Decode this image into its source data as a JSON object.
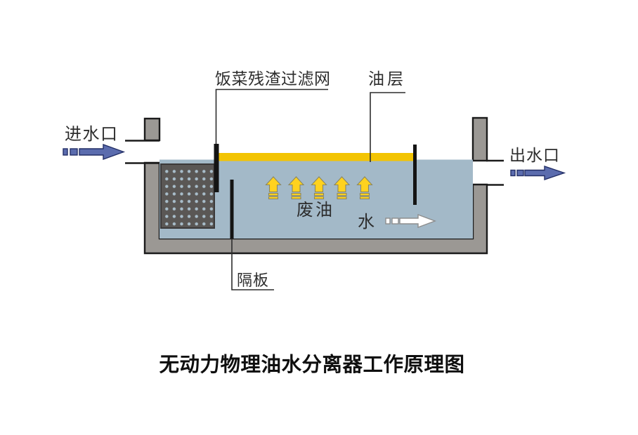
{
  "title": "无动力物理油水分离器工作原理图",
  "labels": {
    "inlet": "进水口",
    "outlet": "出水口",
    "filter_net": "饭菜残渣过滤网",
    "oil_layer": "油层",
    "partition": "隔板",
    "waste_oil": "废油",
    "water": "水"
  },
  "colors": {
    "tank_wall": "#9b9894",
    "water": "#a3b9c8",
    "oil_layer": "#f3c402",
    "rise_arrow_yellow": "#ffd21e",
    "flow_arrow_blue": "#5b6cae",
    "flow_arrow_white": "#ffffff",
    "filter_block": "#5a5755",
    "baffle_black": "#141414"
  }
}
